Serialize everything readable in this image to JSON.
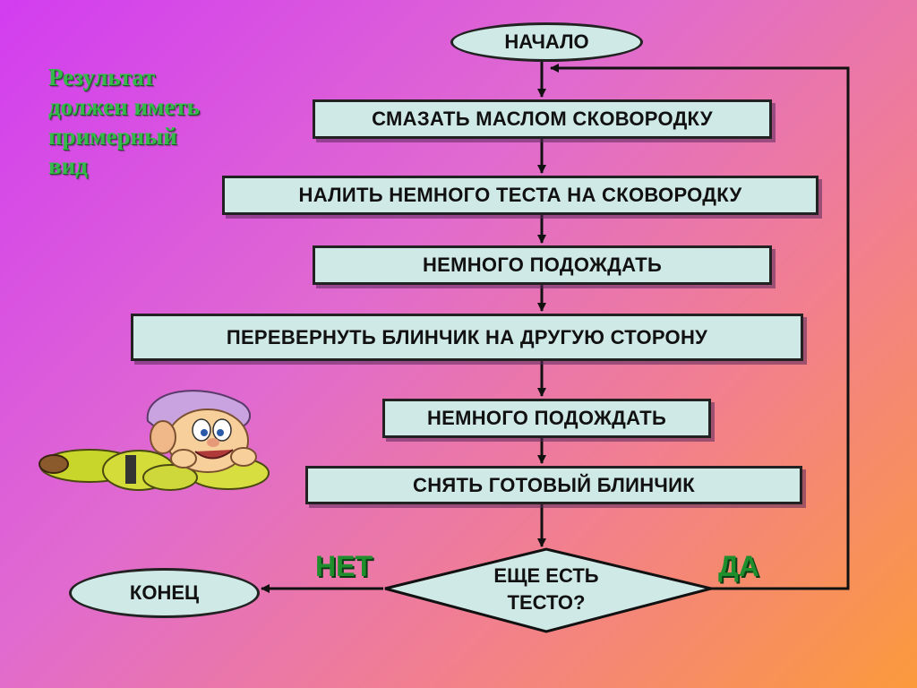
{
  "caption": [
    "Результат",
    "должен иметь",
    "примерный",
    "вид"
  ],
  "start_label": "НАЧАЛО",
  "steps": [
    "СМАЗАТЬ МАСЛОМ СКОВОРОДКУ",
    "НАЛИТЬ НЕМНОГО ТЕСТА НА СКОВОРОДКУ",
    "НЕМНОГО ПОДОЖДАТЬ",
    "ПЕРЕВЕРНУТЬ БЛИНЧИК НА ДРУГУЮ СТОРОНУ",
    "НЕМНОГО ПОДОЖДАТЬ",
    "СНЯТЬ ГОТОВЫЙ БЛИНЧИК"
  ],
  "decision": [
    "ЕЩЕ ЕСТЬ",
    "ТЕСТО?"
  ],
  "branch_no": "НЕТ",
  "branch_yes": "ДА",
  "end_label": "КОНЕЦ",
  "colors": {
    "box_fill": "#cfe9e7",
    "branch_text": "#1f8f2e",
    "caption_text": "#35b94a"
  }
}
